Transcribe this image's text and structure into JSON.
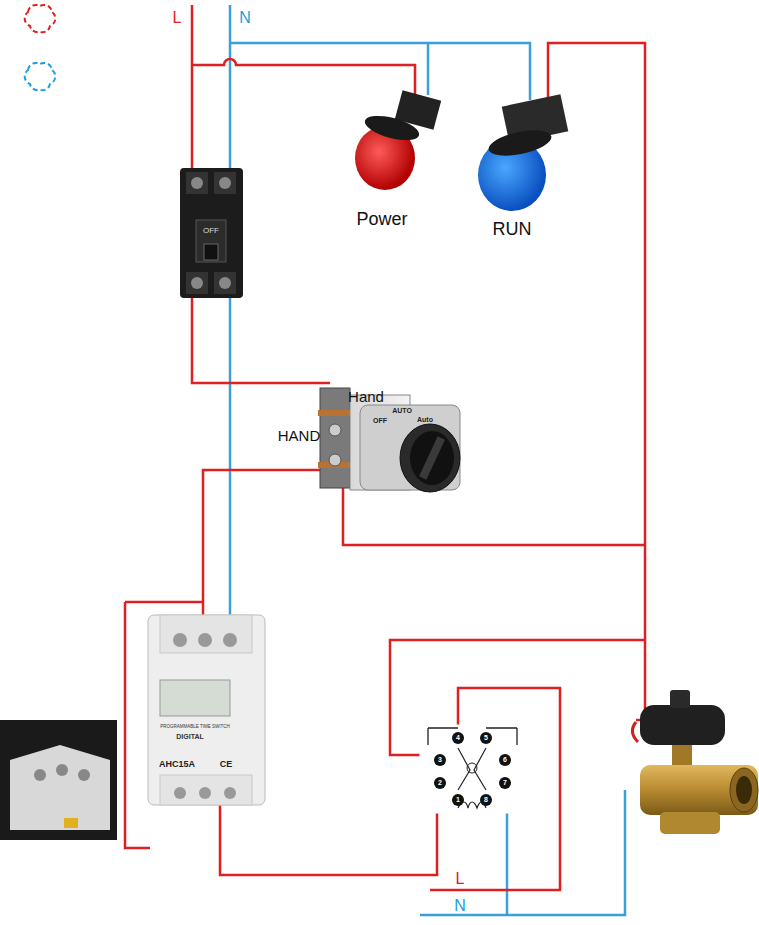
{
  "diagram": {
    "labels": [
      "L",
      "N",
      "Power",
      "RUN",
      "OFF",
      "Hand",
      "HAND",
      "OFF",
      "AUTO",
      "Auto",
      "PROGRAMMABLE TIME SWITCH",
      "DIGITAL",
      "AHC15A",
      "CE",
      "4",
      "5",
      "3",
      "6",
      "2",
      "1",
      "8",
      "7",
      "L",
      "N"
    ]
  }
}
